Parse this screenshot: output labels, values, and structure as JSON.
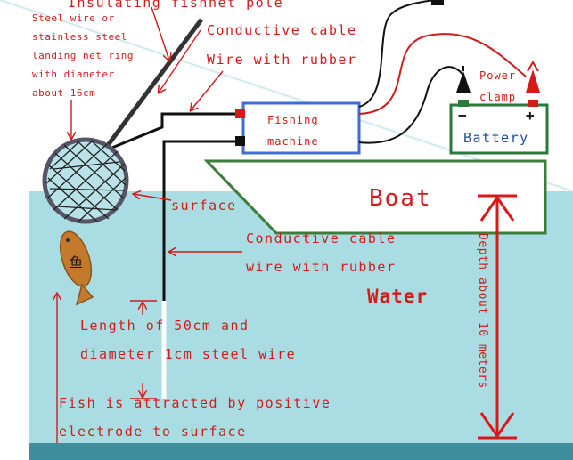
{
  "labels": {
    "pole": "Insulating fishnet pole",
    "ring_lines": [
      "Steel wire or",
      "stainless steel",
      "landing net ring",
      "with diameter",
      "about 16cm"
    ],
    "conductive_cable_top": "Conductive cable",
    "wire_rubber_top": "Wire with rubber",
    "machine": [
      "Fishing",
      "machine"
    ],
    "power_clamp": [
      "Power",
      "clamp"
    ],
    "battery": "Battery",
    "battery_minus": "−",
    "battery_plus": "+",
    "boat": "Boat",
    "surface": "surface",
    "conductive_cable_mid": "Conductive cable",
    "wire_rubber_mid": "wire with rubber",
    "water": "Water",
    "depth": "Depth about 10 meters",
    "length_lines": [
      "Length of 50cm and",
      "diameter 1cm steel wire"
    ],
    "fish_lines": [
      "Fish is attracted by positive",
      "electrode to surface"
    ],
    "fish_char": "鱼"
  },
  "colors": {
    "label_red": "#d61a1a",
    "water": "#a9dde3",
    "water_bottom": "#3f8e9c",
    "boat_green": "#3b7d3b",
    "machine_blue": "#3c6fd0",
    "battery_green": "#2a7a3a",
    "battery_text": "#1a4fa0",
    "fish": "#c47a2c"
  }
}
